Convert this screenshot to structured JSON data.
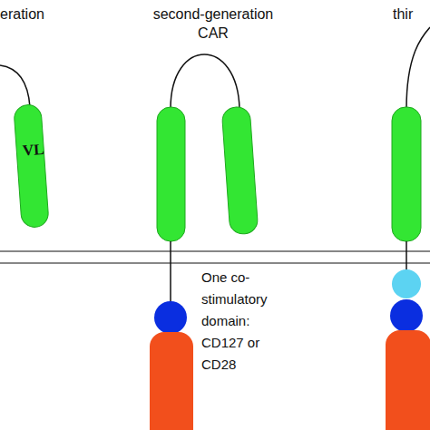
{
  "diagram": {
    "nodes": [
      {
        "text": [
          "VL"
        ]
      }
    ],
    "labels": [
      "eration",
      "second-generation CAR",
      "thir",
      "One co-stimulatory domain: CD127 or CD28"
    ]
  }
}
